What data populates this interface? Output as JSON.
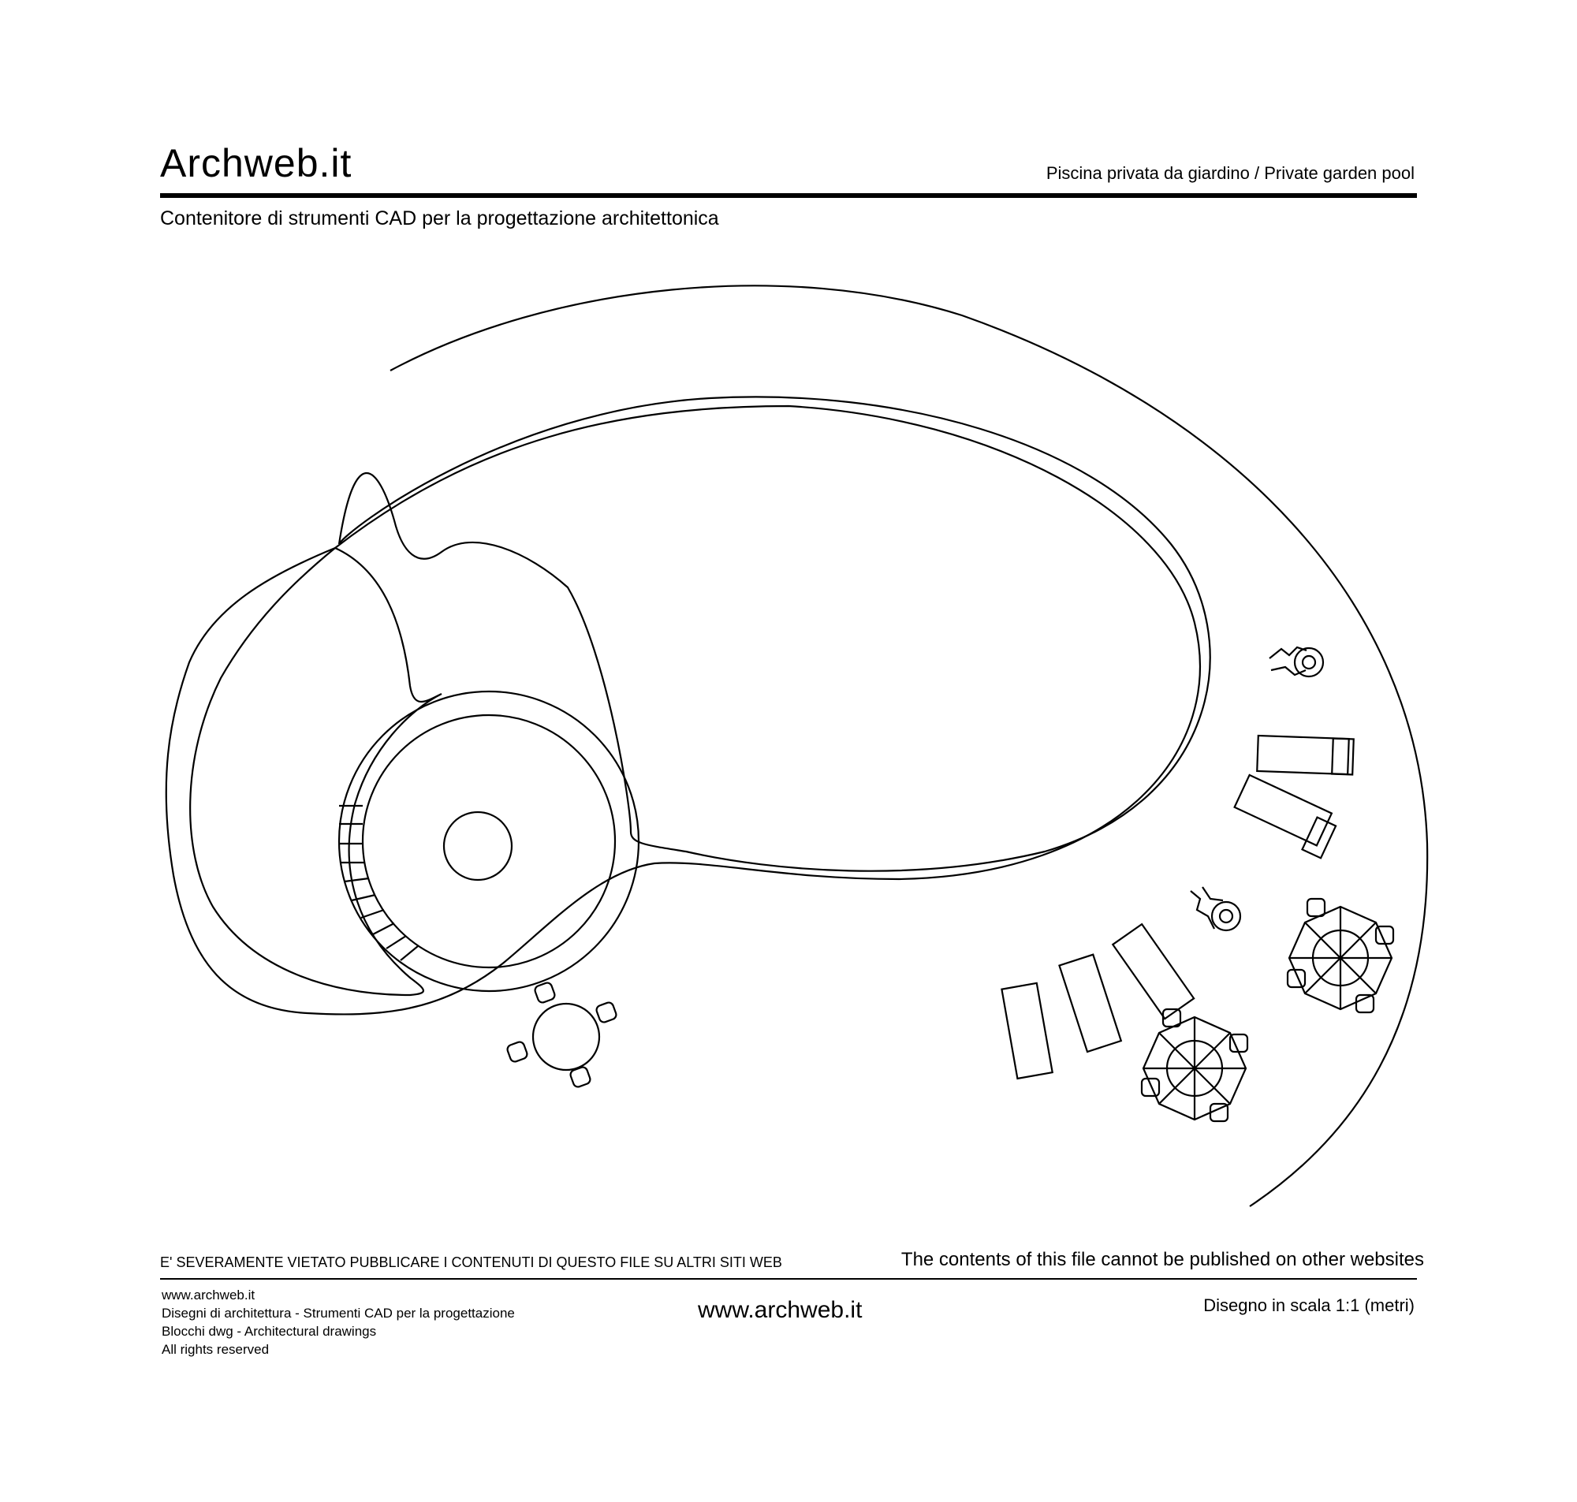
{
  "header": {
    "brand": "Archweb.it",
    "title": "Piscina privata da giardino  /  Private garden pool",
    "subtitle": "Contenitore di strumenti CAD per la progettazione architettonica"
  },
  "footer": {
    "warning_it": "E' SEVERAMENTE VIETATO PUBBLICARE I CONTENUTI DI QUESTO FILE SU ALTRI SITI WEB",
    "warning_en": "The contents of this file cannot be published on other websites",
    "info_lines": [
      "www.archweb.it",
      "Disegni di architettura - Strumenti CAD  per la progettazione",
      "Blocchi dwg - Architectural drawings",
      "All rights reserved"
    ],
    "url": "www.archweb.it",
    "scale": "Disegno in scala 1:1 (metri)"
  },
  "drawing": {
    "line_color": "#000000",
    "stroke_icons": [
      "pool-outline-icon",
      "round-table-icon",
      "chair-icon",
      "sun-lounger-icon",
      "umbrella-table-icon",
      "plant-icon"
    ]
  }
}
